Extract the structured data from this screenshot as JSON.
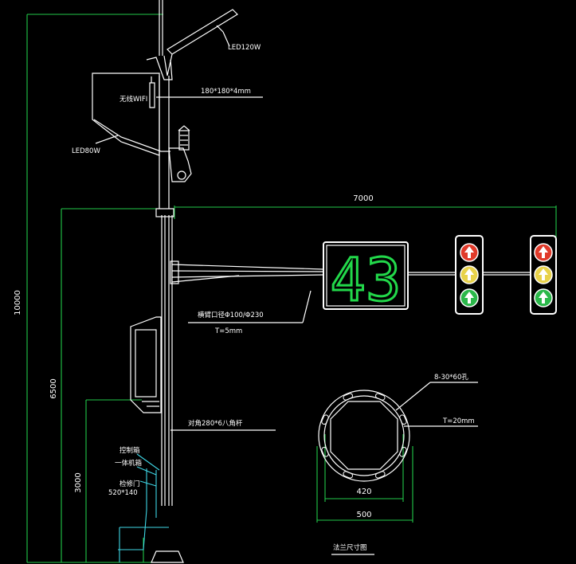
{
  "labels": {
    "led_top": "LED120W",
    "wifi": "无线WIFI",
    "pole_spec": "180*180*4mm",
    "led_side": "LED80W",
    "arm_spec": "横臂口径Φ100/Φ230",
    "arm_thickness": "T=5mm",
    "pole_octagon": "对角280*6八角杆",
    "cabinet_1": "控制箱",
    "cabinet_2": "一体机箱",
    "cabinet_3": "检修门",
    "cabinet_size": "520*140",
    "flange_holes": "8-30*60孔",
    "flange_thickness": "T=20mm",
    "flange_title": "法兰尺寸图"
  },
  "dimensions": {
    "arm_length": "7000",
    "total_height": "10000",
    "arm_height": "6500",
    "cabinet_height": "3000",
    "flange_inner": "420",
    "flange_outer": "500"
  },
  "countdown": {
    "value": "43",
    "color": "#22d84a"
  },
  "signals": {
    "red": "#e03a2a",
    "yellow": "#e8d24a",
    "green": "#2bb84a"
  },
  "line_colors": {
    "white": "#ffffff",
    "green": "#22c84a",
    "cyan": "#3fd7e6"
  }
}
